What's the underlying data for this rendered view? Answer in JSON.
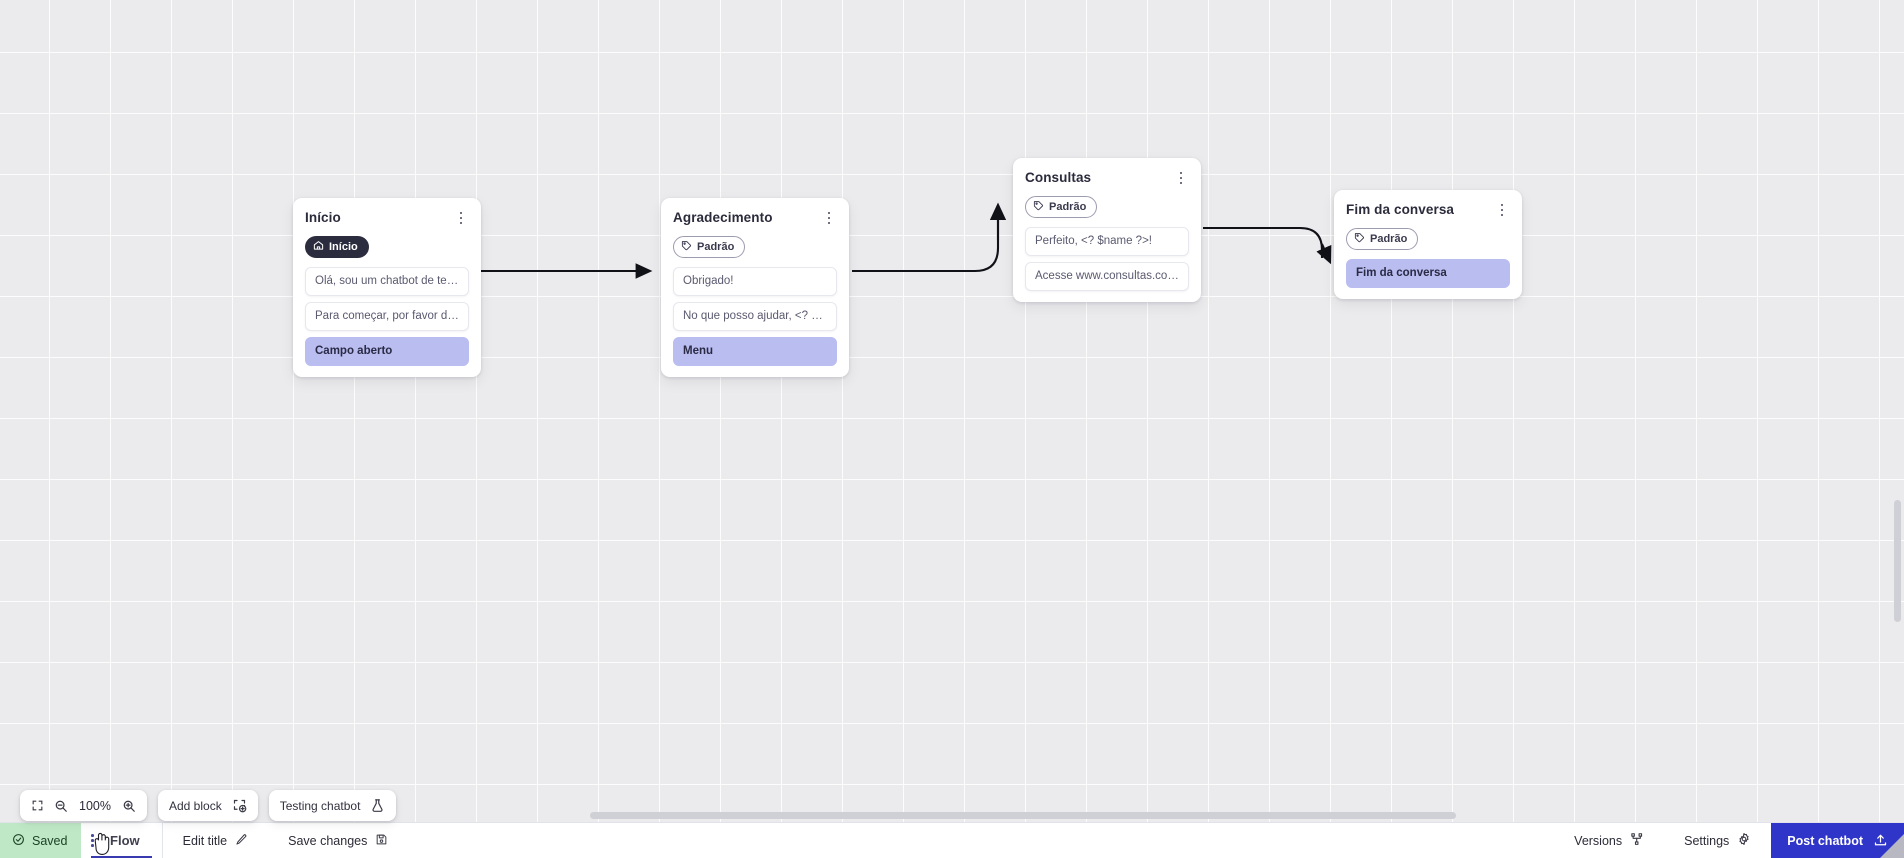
{
  "canvas": {
    "grid_visible": true,
    "background_color": "#ebebed",
    "grid_size": 61
  },
  "nodes": [
    {
      "id": "inicio",
      "title": "Início",
      "badge": {
        "type": "start",
        "label": "Início",
        "icon": "home-icon"
      },
      "rows": [
        {
          "text": "Olá, sou um chatbot de teste!",
          "style": "plain"
        },
        {
          "text": "Para começar, por favor digite o ...",
          "style": "plain"
        },
        {
          "text": "Campo aberto",
          "style": "accent"
        }
      ]
    },
    {
      "id": "agradecimento",
      "title": "Agradecimento",
      "badge": {
        "type": "default",
        "label": "Padrão",
        "icon": "tag-icon"
      },
      "rows": [
        {
          "text": "Obrigado!",
          "style": "plain"
        },
        {
          "text": "No que posso ajudar, <? $name ...",
          "style": "plain"
        },
        {
          "text": "Menu",
          "style": "accent"
        }
      ]
    },
    {
      "id": "consultas",
      "title": "Consultas",
      "badge": {
        "type": "default",
        "label": "Padrão",
        "icon": "tag-icon"
      },
      "rows": [
        {
          "text": "Perfeito, <? $name ?>!",
          "style": "plain"
        },
        {
          "text": "Acesse www.consultas.com par...",
          "style": "plain"
        }
      ]
    },
    {
      "id": "fim",
      "title": "Fim da conversa",
      "badge": {
        "type": "default",
        "label": "Padrão",
        "icon": "tag-icon"
      },
      "rows": [
        {
          "text": "Fim da conversa",
          "style": "accent"
        }
      ]
    }
  ],
  "toolbar": {
    "fit_icon": "fit-screen-icon",
    "zoom_out_icon": "zoom-out-icon",
    "zoom_level": "100%",
    "zoom_in_icon": "zoom-in-icon",
    "add_block_label": "Add block",
    "add_block_icon": "add-block-icon",
    "testing_label": "Testing chatbot",
    "testing_icon": "flask-icon"
  },
  "statusbar": {
    "saved_label": "Saved",
    "saved_icon": "check-circle-icon",
    "saved_bg": "#bfe9c6",
    "tab_label": "Flow",
    "drag_handle_icon": "drag-dots-icon",
    "edit_title_label": "Edit title",
    "edit_title_icon": "pencil-icon",
    "save_changes_label": "Save changes",
    "save_changes_icon": "floppy-disk-icon",
    "versions_label": "Versions",
    "versions_icon": "branch-icon",
    "settings_label": "Settings",
    "settings_icon": "gear-icon",
    "post_label": "Post chatbot",
    "post_icon": "upload-icon",
    "post_color": "#2f35c9"
  }
}
